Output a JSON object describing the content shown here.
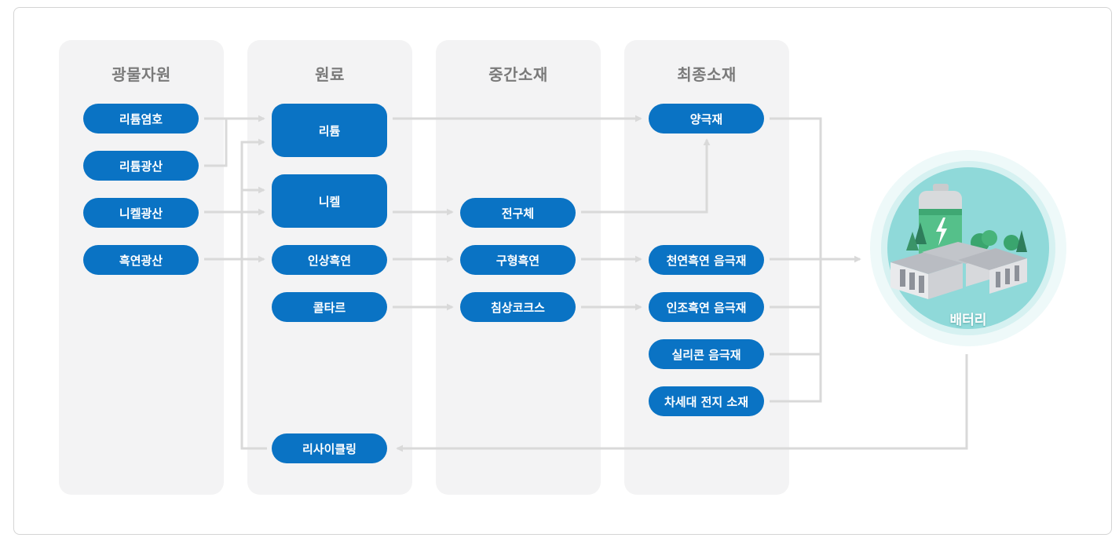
{
  "columns": {
    "mineral": "광물자원",
    "raw": "원료",
    "intermediate": "중간소재",
    "final": "최종소재"
  },
  "nodes": {
    "lithium_brine": "리튬염호",
    "lithium_ore": "리튬광산",
    "nickel_ore": "니켈광산",
    "graphite_mine": "흑연광산",
    "lithium": "리튬",
    "nickel": "니켈",
    "flake_graphite": "인상흑연",
    "coal_tar": "콜타르",
    "recycling": "리사이클링",
    "precursor": "전구체",
    "spherical_graphite": "구형흑연",
    "needle_coke": "침상코크스",
    "cathode": "양극재",
    "natural_anode": "천연흑연 음극재",
    "artificial_anode": "인조흑연 음극재",
    "silicon_anode": "실리콘 음극재",
    "next_gen": "차세대 전지 소재"
  },
  "battery": {
    "label": "배터리"
  },
  "colors": {
    "node_fill": "#0a73c4",
    "node_text": "#ffffff",
    "column_bg": "#f3f3f4",
    "arrow": "#d9d9d9",
    "title_text": "#7a7a7a",
    "battery_glow": "#e6f6f6",
    "battery_circle": "#8fd9d9"
  }
}
